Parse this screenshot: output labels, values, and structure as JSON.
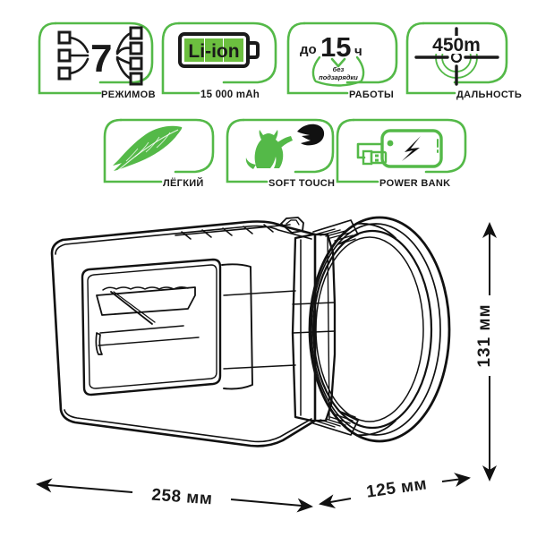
{
  "product": {
    "type": "rechargeable-searchlight-flashlight",
    "illustration": "line-drawing-3d-perspective"
  },
  "theme": {
    "green": "#54b948",
    "green_dark": "#3f9e34",
    "black": "#1a1a1a",
    "battery_green": "#6cbf3f",
    "background": "#ffffff"
  },
  "features": {
    "row1": [
      {
        "id": "modes",
        "label": "РЕЖИМОВ",
        "value": "7",
        "icon": "modes-branching-icon",
        "left_nodes": 3,
        "right_nodes": 4
      },
      {
        "id": "battery",
        "label": "15 000 mAh",
        "value": "Li-ion",
        "icon": "battery-li-ion-icon",
        "cells": 3
      },
      {
        "id": "runtime",
        "label": "РАБОТЫ",
        "prefix": "до",
        "value": "15",
        "unit": "ч",
        "note_line1": "без",
        "note_line2": "подзарядки",
        "icon": "runtime-arc-icon"
      },
      {
        "id": "range",
        "label": "ДАЛЬНОСТЬ",
        "value": "450m",
        "icon": "crosshair-target-icon"
      }
    ],
    "row2": [
      {
        "id": "light-weight",
        "label": "ЛЁГКИЙ",
        "icon": "feather-icon"
      },
      {
        "id": "soft-touch",
        "label": "SOFT TOUCH",
        "icon": "cat-paw-icon"
      },
      {
        "id": "power-bank",
        "label": "POWER BANK",
        "icon": "power-bank-usb-icon"
      }
    ]
  },
  "dimensions": {
    "length": "258 мм",
    "depth": "125 мм",
    "height": "131 мм"
  }
}
